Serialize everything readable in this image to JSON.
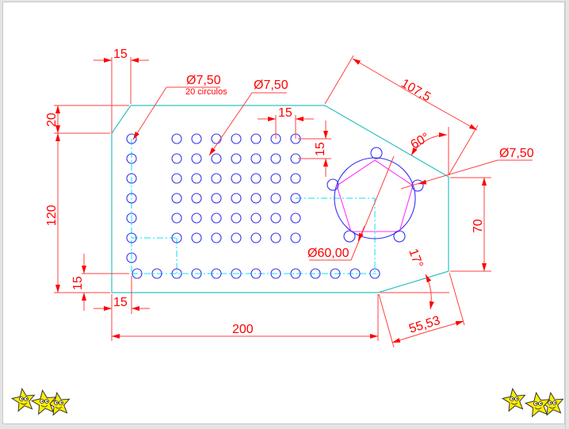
{
  "drawing": {
    "title": "Technical drawing - plate with holes",
    "colors": {
      "dimension": "#ff0000",
      "outline": "#33c0c0",
      "centerline": "#00e5ff",
      "holes": "#3333ee",
      "pentagon": "#ff33ff",
      "star": "#ffee00"
    },
    "dimensions": {
      "top_chamfer_width": "15",
      "top_chamfer_height": "20",
      "left_height": "120",
      "bottom_offset_vertical": "15",
      "bottom_offset_horizontal": "15",
      "total_width": "200",
      "hole_pitch_horizontal": "15",
      "hole_pitch_vertical": "15",
      "diagonal_length": "107,5",
      "angle_top": "60°",
      "right_height": "70",
      "angle_bottom": "17°",
      "bottom_diagonal": "55,53"
    },
    "callouts": {
      "left_holes_diameter": "Ø7,50",
      "left_holes_count": "20 circulos",
      "grid_holes_diameter": "Ø7,50",
      "pentagon_holes_diameter": "Ø7,50",
      "bolt_circle_diameter": "Ø60,00"
    },
    "features": {
      "left_column_holes": 7,
      "bottom_row_holes": 13,
      "grid_columns": 7,
      "grid_rows": 6,
      "pentagon_holes": 5
    },
    "decorations": {
      "left_group": "star-characters",
      "right_group": "star-characters"
    }
  }
}
